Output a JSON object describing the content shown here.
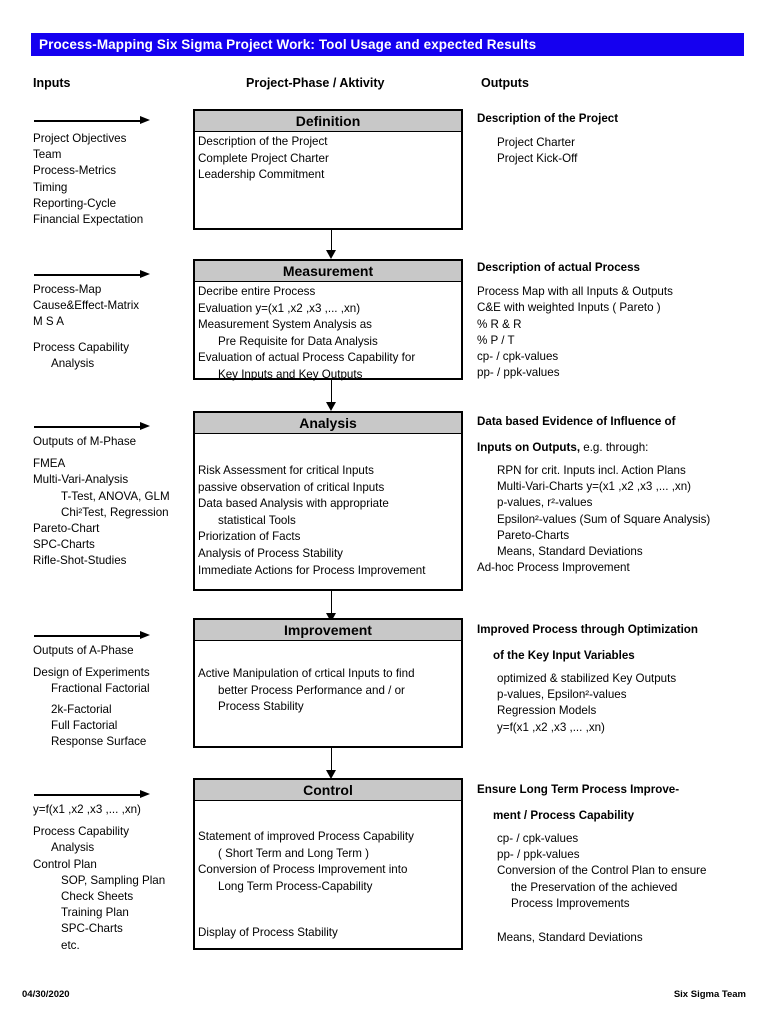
{
  "title": "Process-Mapping Six Sigma Project Work: Tool Usage and expected Results",
  "columns": {
    "inputs": "Inputs",
    "phase": "Project-Phase / Aktivity",
    "outputs": "Outputs"
  },
  "footer": {
    "date": "04/30/2020",
    "team": "Six Sigma Team"
  },
  "phases": [
    {
      "id": "definition",
      "title": "Definition",
      "activities": [
        "Description of the Project",
        "Complete Project Charter",
        "Leadership Commitment"
      ],
      "inputs": [
        "Project Objectives",
        "Team",
        "Process-Metrics",
        "Timing",
        "Reporting-Cycle",
        "Financial Expectation"
      ],
      "outputs": {
        "heading": "Description of the Project",
        "items": [
          "Project Charter",
          "Project Kick-Off"
        ]
      }
    },
    {
      "id": "measurement",
      "title": "Measurement",
      "activities": [
        "Decribe entire Process",
        "Evaluation y=(x1 ,x2 ,x3 ,... ,xn)",
        "Measurement System Analysis as",
        "Pre Requisite for Data Analysis",
        "Evaluation of actual Process Capability for",
        "Key Inputs and Key Outputs"
      ],
      "inputs": [
        "Process-Map",
        "Cause&Effect-Matrix",
        "M S A",
        "Process Capability",
        "Analysis"
      ],
      "outputs": {
        "heading": "Description of actual Process",
        "items": [
          "Process Map with all Inputs & Outputs",
          "C&E with weighted Inputs ( Pareto )",
          "% R & R",
          "% P / T",
          "cp- / cpk-values",
          "pp- / ppk-values"
        ]
      }
    },
    {
      "id": "analysis",
      "title": "Analysis",
      "activities": [
        "Risk Assessment for critical Inputs",
        "passive observation of critical Inputs",
        "Data based Analysis with appropriate",
        "statistical Tools",
        "Priorization of Facts",
        "Analysis of Process Stability",
        "Immediate Actions for Process Improvement"
      ],
      "inputs": [
        "Outputs of M-Phase",
        "FMEA",
        "Multi-Vari-Analysis",
        "T-Test, ANOVA, GLM",
        "Chi²Test, Regression",
        "Pareto-Chart",
        "SPC-Charts",
        "Rifle-Shot-Studies"
      ],
      "outputs": {
        "heading": "Data based Evidence of Influence of",
        "heading2": "Inputs on Outputs,",
        "heading2_tail": " e.g. through:",
        "items": [
          "RPN for crit. Inputs incl. Action Plans",
          "Multi-Vari-Charts y=(x1 ,x2 ,x3 ,... ,xn)",
          "p-values, r²-values",
          "Epsilon²-values (Sum of Square Analysis)",
          "Pareto-Charts",
          "Means, Standard Deviations",
          "Ad-hoc Process Improvement"
        ]
      }
    },
    {
      "id": "improvement",
      "title": "Improvement",
      "activities": [
        "Active Manipulation of crtical Inputs  to find",
        "better Process Performance and / or",
        "Process Stability"
      ],
      "inputs": [
        "Outputs of A-Phase",
        "Design of Experiments",
        "Fractional Factorial",
        "2k-Factorial",
        "Full Factorial",
        "Response Surface"
      ],
      "outputs": {
        "heading": "Improved Process through Optimization",
        "heading2": "of the Key Input Variables",
        "items": [
          "optimized & stabilized Key Outputs",
          "p-values, Epsilon²-values",
          "Regression Models",
          "y=f(x1 ,x2 ,x3 ,... ,xn)"
        ]
      }
    },
    {
      "id": "control",
      "title": "Control",
      "activities": [
        "Statement of improved Process Capability",
        "( Short Term and Long Term )",
        "Conversion of Process Improvement into",
        "Long Term Process-Capability",
        "Display of Process Stability"
      ],
      "inputs": [
        "y=f(x1 ,x2 ,x3 ,... ,xn)",
        "Process Capability",
        "Analysis",
        "Control Plan",
        "SOP, Sampling Plan",
        "Check Sheets",
        "Training Plan",
        "SPC-Charts",
        "etc."
      ],
      "outputs": {
        "heading": "Ensure Long Term Process Improve-",
        "heading2": "ment / Process Capability",
        "items": [
          "cp- / cpk-values",
          "pp- / ppk-values",
          "Conversion of the Control Plan to ensure",
          "the Preservation of the achieved",
          "Process Improvements",
          "Means, Standard Deviations"
        ]
      }
    }
  ]
}
